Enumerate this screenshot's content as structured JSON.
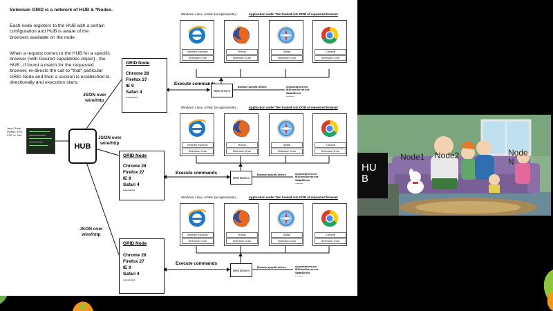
{
  "description": {
    "title": "Selenium GRID is a network of HUB & *Nodes.",
    "para1": "Each node registers to the HUB with a certain\nconfiguration and HUB is aware of the\nbrowsers available on the node",
    "para2": "When a request comes to the HUB for a specific\nbrowser (with Desired capabilities object) , the\nHUB , if found a match for the requested\nbrowser, re-directs the call to \"that\" particular\nGRID Node and then a session is established bi-\ndirectionally and execution starts"
  },
  "json_labels": {
    "top": "JSON over\nwire/http",
    "middle": "JSON over\nwire/http",
    "bottom": "JSON over\nwire/http"
  },
  "hub": {
    "label": "HUB"
  },
  "languages": {
    "label": "Java, Ruby,\nPython, Perl,\nPHP or .Net"
  },
  "grid_nodes": [
    {
      "title": "GRID Node",
      "lines": [
        "Chrome 28",
        "Firefox 27",
        "IE 9",
        "Safari 4",
        "--------"
      ]
    },
    {
      "title": "GRID Node",
      "lines": [
        "Chrome 28",
        "Firefox 27",
        "IE 9",
        "Safari 4",
        "--------"
      ]
    },
    {
      "title": "GRID Node",
      "lines": [
        "Chrome 28",
        "Firefox 27",
        "IE 9",
        "Safari 4",
        "--------"
      ]
    }
  ],
  "execute_label": "Execute commands",
  "webdrivers_label": "Web Drivers",
  "browser_specific_label": "Browser specific drivers",
  "driver_list": "chromedriver.exe\nIEDriverServer.exe\nSafariDriver\n---------",
  "group_header": {
    "os": "Windows, Linux, or Mac (as appropriate)...",
    "app": "Application under Test loaded into DOM of requested browser"
  },
  "browsers": [
    {
      "name": "Internet Explorer",
      "core": "Selenium Core",
      "icon": "internet-explorer-icon"
    },
    {
      "name": "Firefox",
      "core": "Selenium Core",
      "icon": "firefox-icon"
    },
    {
      "name": "Safari",
      "core": "Selenium Core",
      "icon": "safari-icon"
    },
    {
      "name": "Chrome",
      "core": "Selenium Core",
      "icon": "chrome-icon"
    }
  ],
  "photo_labels": {
    "hub": "HU\nB",
    "node1": "Node1",
    "node2": "Node2",
    "noden": "Node\nN"
  },
  "colors": {
    "background": "#000000",
    "panel": "#ffffff",
    "accent_green": "#8cc63f",
    "accent_orange": "#f7941d",
    "couch": "#8b6fa8"
  }
}
